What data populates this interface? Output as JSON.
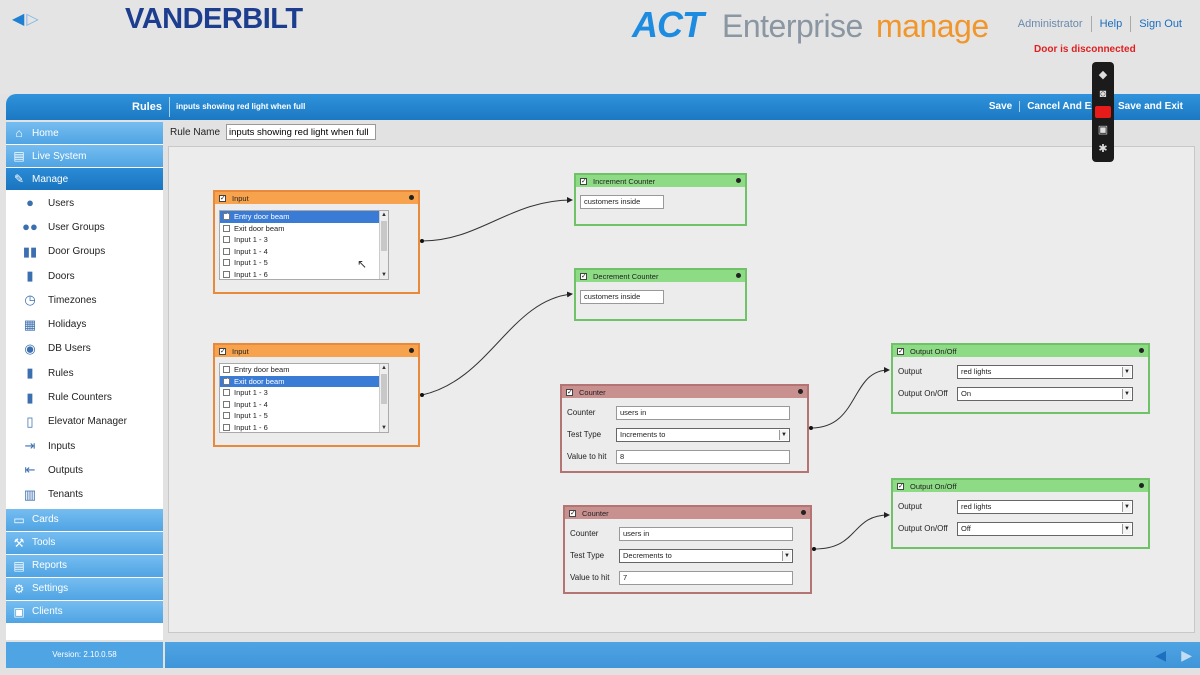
{
  "header": {
    "brand": "VANDERBILT",
    "product_act": "ACT",
    "product_enterprise": "Enterprise",
    "product_manage": "manage",
    "user": "Administrator",
    "help": "Help",
    "signout": "Sign Out",
    "door_status": "Door is disconnected"
  },
  "titlebar": {
    "section": "Rules",
    "rule_title": "inputs showing red light when full",
    "save": "Save",
    "cancel": "Cancel And Exit",
    "save_exit": "Save and Exit"
  },
  "sidebar": {
    "home": "Home",
    "live": "Live System",
    "manage": "Manage",
    "items": [
      {
        "label": "Users",
        "icon": "user-icon"
      },
      {
        "label": "User Groups",
        "icon": "user-groups-icon"
      },
      {
        "label": "Door Groups",
        "icon": "door-groups-icon"
      },
      {
        "label": "Doors",
        "icon": "door-icon"
      },
      {
        "label": "Timezones",
        "icon": "clock-icon"
      },
      {
        "label": "Holidays",
        "icon": "calendar-icon"
      },
      {
        "label": "DB Users",
        "icon": "db-user-icon"
      },
      {
        "label": "Rules",
        "icon": "rules-icon"
      },
      {
        "label": "Rule Counters",
        "icon": "counter-icon"
      },
      {
        "label": "Elevator Manager",
        "icon": "elevator-icon"
      },
      {
        "label": "Inputs",
        "icon": "inputs-icon"
      },
      {
        "label": "Outputs",
        "icon": "outputs-icon"
      },
      {
        "label": "Tenants",
        "icon": "tenants-icon"
      }
    ],
    "cards": "Cards",
    "tools": "Tools",
    "reports": "Reports",
    "settings": "Settings",
    "clients": "Clients",
    "version": "Version: 2.10.0.58"
  },
  "rule": {
    "name_label": "Rule Name",
    "name_value": "inputs showing red light when full"
  },
  "nodes": {
    "input1": {
      "title": "Input",
      "items": [
        "Entry door beam",
        "Exit door beam",
        "Input 1 - 3",
        "Input 1 - 4",
        "Input 1 - 5",
        "Input 1 - 6"
      ]
    },
    "input2": {
      "title": "Input",
      "items": [
        "Entry door beam",
        "Exit door beam",
        "Input 1 - 3",
        "Input 1 - 4",
        "Input 1 - 5",
        "Input 1 - 6"
      ]
    },
    "inc": {
      "title": "Increment Counter",
      "value": "customers inside"
    },
    "dec": {
      "title": "Decrement Counter",
      "value": "customers inside"
    },
    "counter1": {
      "title": "Counter",
      "counter_label": "Counter",
      "counter_value": "users in",
      "test_label": "Test Type",
      "test_value": "Increments to",
      "hit_label": "Value to hit",
      "hit_value": "8"
    },
    "counter2": {
      "title": "Counter",
      "counter_label": "Counter",
      "counter_value": "users in",
      "test_label": "Test Type",
      "test_value": "Decrements to",
      "hit_label": "Value to hit",
      "hit_value": "7"
    },
    "out1": {
      "title": "Output On/Off",
      "output_label": "Output",
      "output_value": "red lights",
      "onoff_label": "Output On/Off",
      "onoff_value": "On"
    },
    "out2": {
      "title": "Output On/Off",
      "output_label": "Output",
      "output_value": "red lights",
      "onoff_label": "Output On/Off",
      "onoff_value": "Off"
    }
  }
}
